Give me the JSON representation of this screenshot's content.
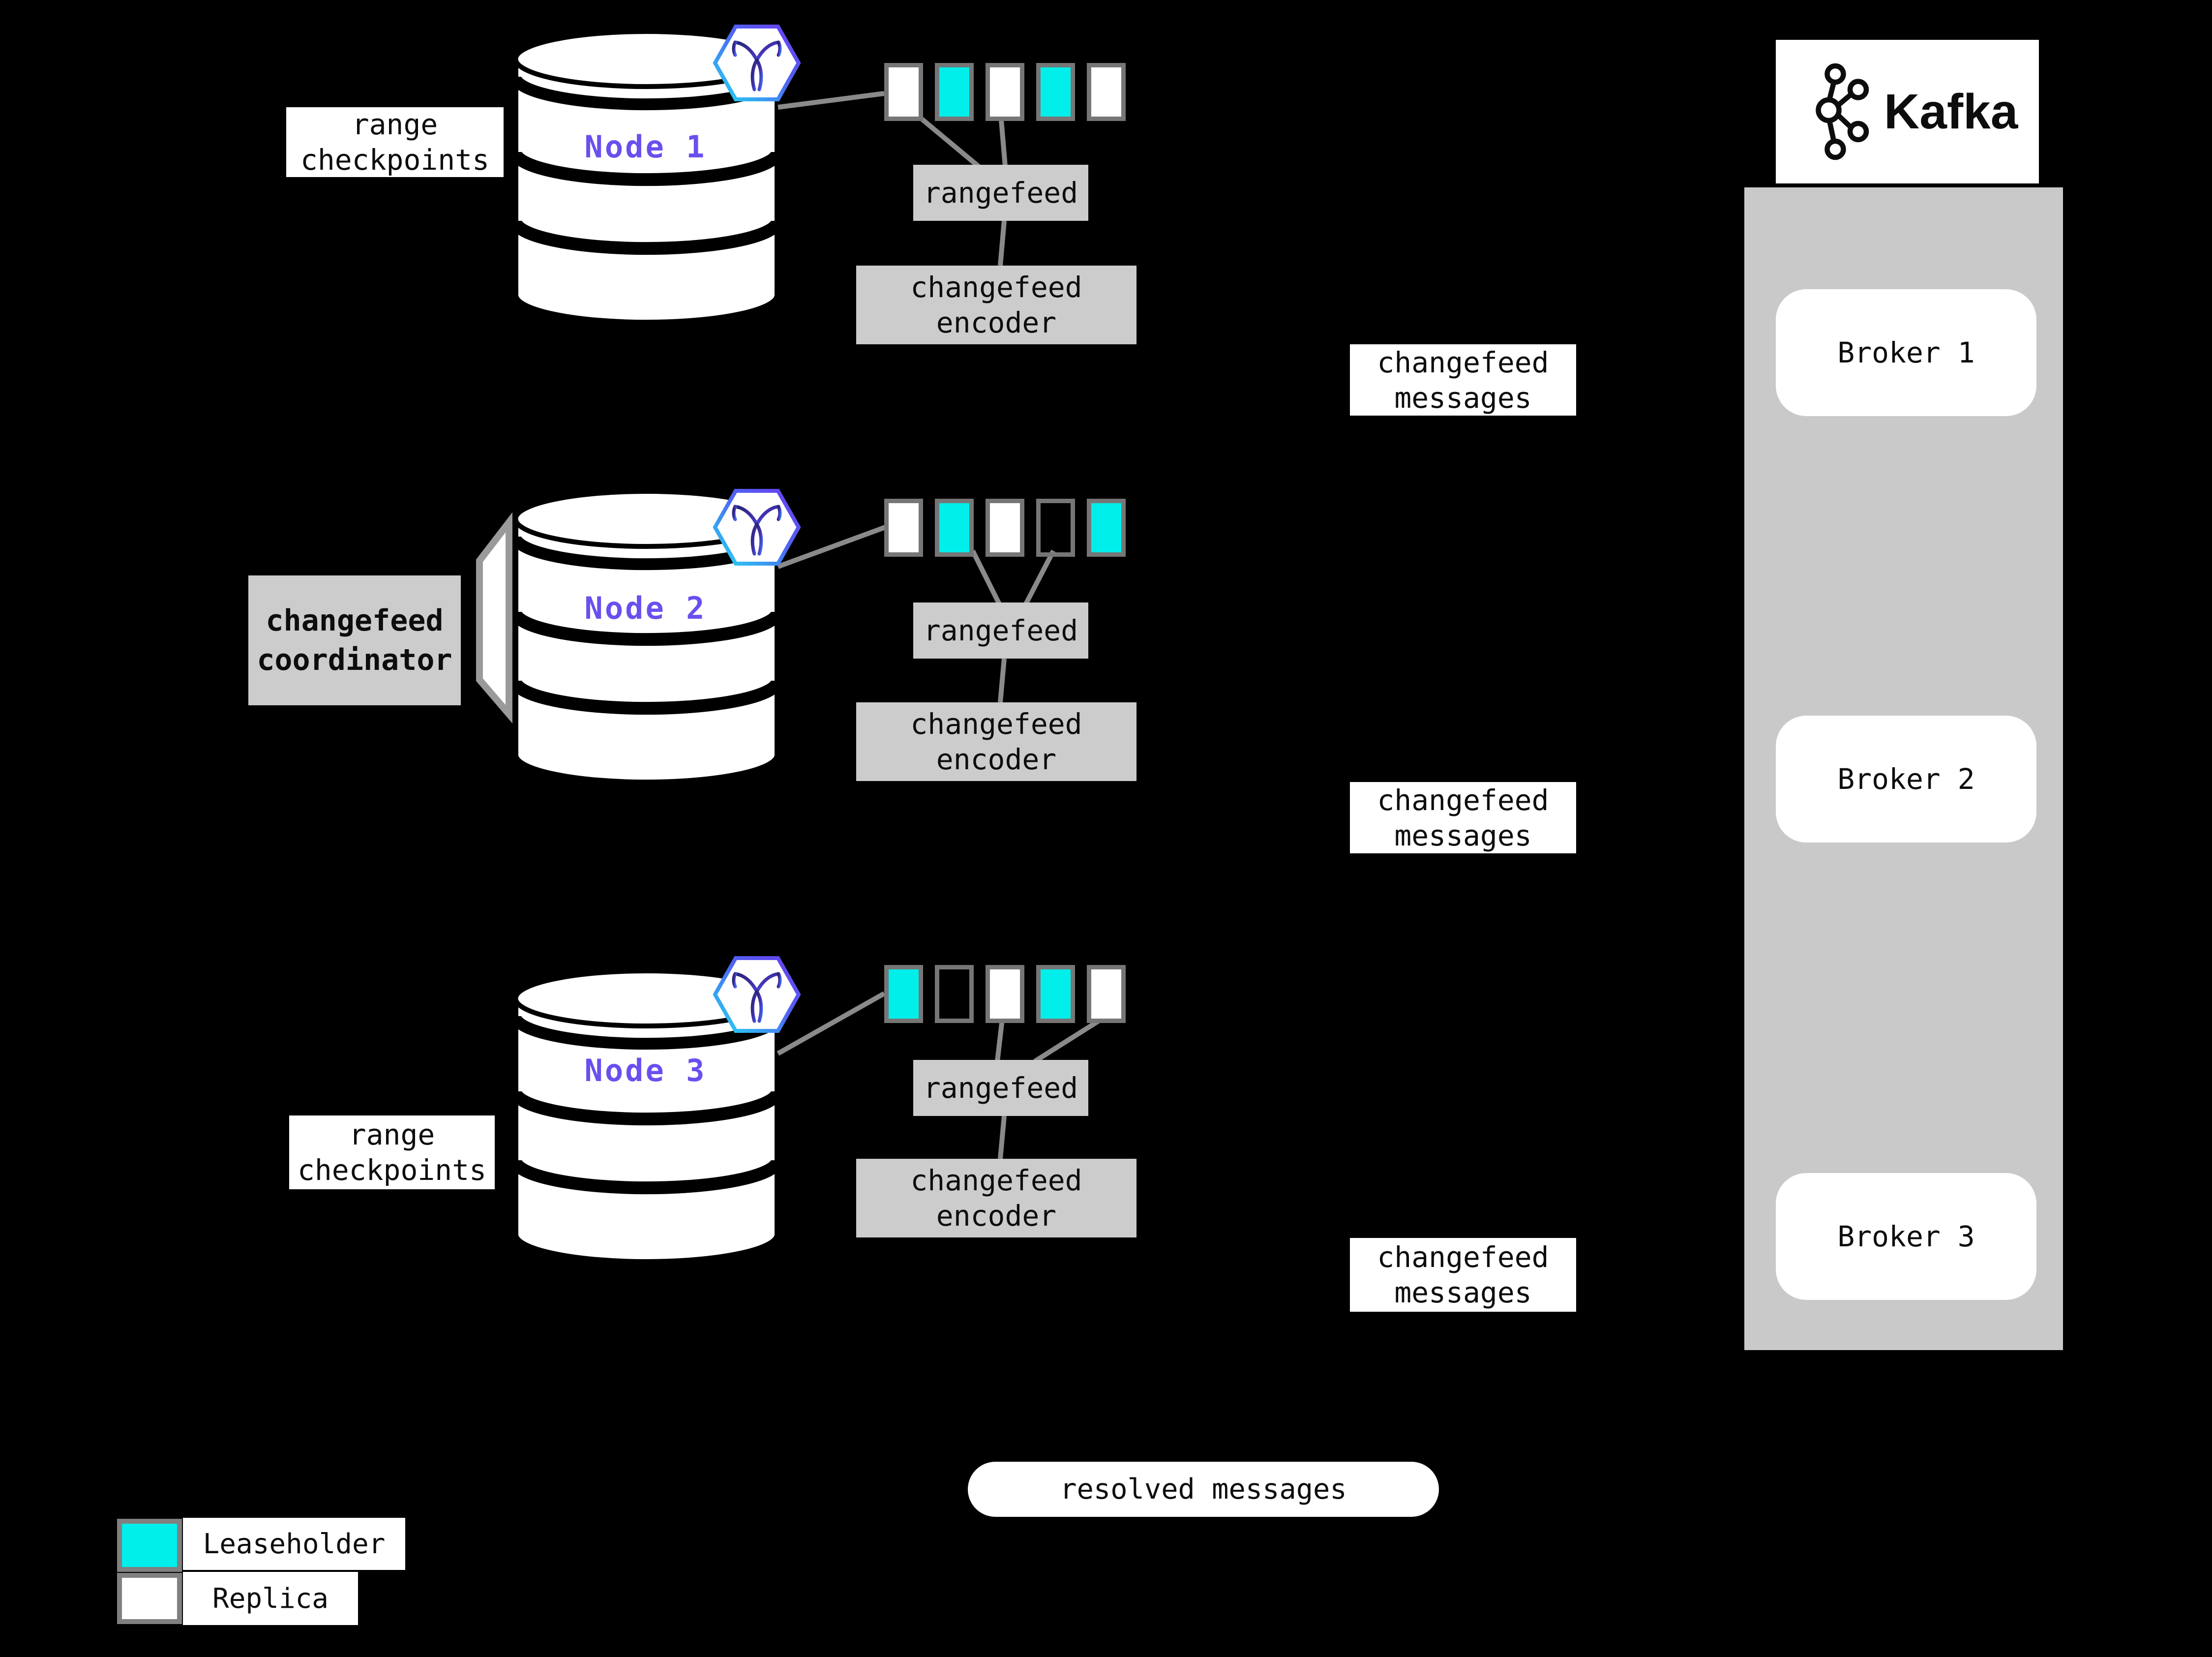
{
  "nodes": [
    {
      "label": "Node 1",
      "ranges": [
        "replica",
        "leaseholder",
        "replica",
        "leaseholder",
        "replica"
      ]
    },
    {
      "label": "Node 2",
      "ranges": [
        "replica",
        "leaseholder",
        "replica",
        "empty",
        "leaseholder"
      ]
    },
    {
      "label": "Node 3",
      "ranges": [
        "leaseholder",
        "empty",
        "replica",
        "leaseholder",
        "replica"
      ]
    }
  ],
  "labels": {
    "range_checkpoints_line1": "range",
    "range_checkpoints_line2": "checkpoints",
    "rangefeed": "rangefeed",
    "encoder_line1": "changefeed",
    "encoder_line2": "encoder",
    "messages_line1": "changefeed",
    "messages_line2": "messages",
    "coordinator_line1": "changefeed",
    "coordinator_line2": "coordinator",
    "resolved_messages": "resolved messages"
  },
  "kafka": {
    "wordmark": "Kafka",
    "brokers": [
      "Broker 1",
      "Broker 2",
      "Broker 3"
    ]
  },
  "legend": {
    "leaseholder_label": "Leaseholder",
    "replica_label": "Replica"
  },
  "colors": {
    "leaseholder": "#00efea",
    "replica": "#ffffff",
    "node_label_purple": "#6b4fee",
    "box_gray": "#cccccc",
    "connector_gray": "#8a8a8a",
    "background": "#000000"
  }
}
